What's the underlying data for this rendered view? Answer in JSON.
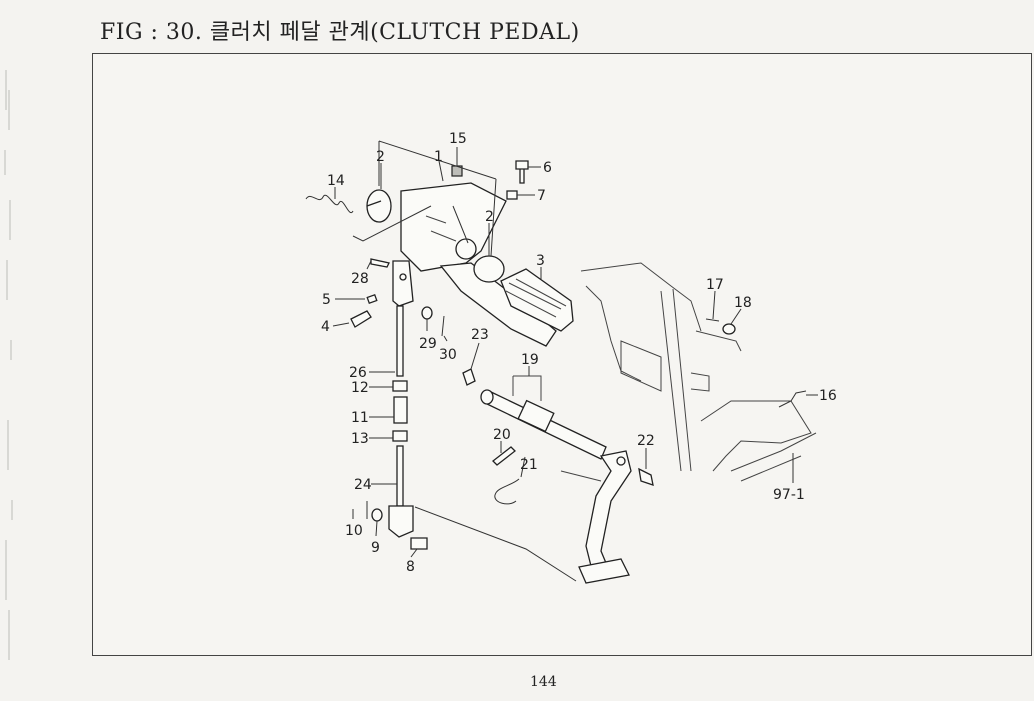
{
  "figure": {
    "title": "FIG : 30. 클러치 페달 관계(CLUTCH PEDAL)"
  },
  "page_number": "144",
  "callouts": [
    {
      "id": "c1",
      "label": "1"
    },
    {
      "id": "c2a",
      "label": "2"
    },
    {
      "id": "c2b",
      "label": "2"
    },
    {
      "id": "c3",
      "label": "3"
    },
    {
      "id": "c4",
      "label": "4"
    },
    {
      "id": "c5",
      "label": "5"
    },
    {
      "id": "c6",
      "label": "6"
    },
    {
      "id": "c7",
      "label": "7"
    },
    {
      "id": "c8",
      "label": "8"
    },
    {
      "id": "c9",
      "label": "9"
    },
    {
      "id": "c10",
      "label": "10"
    },
    {
      "id": "c11",
      "label": "11"
    },
    {
      "id": "c12",
      "label": "12"
    },
    {
      "id": "c13",
      "label": "13"
    },
    {
      "id": "c14",
      "label": "14"
    },
    {
      "id": "c15",
      "label": "15"
    },
    {
      "id": "c16",
      "label": "16"
    },
    {
      "id": "c17",
      "label": "17"
    },
    {
      "id": "c18",
      "label": "18"
    },
    {
      "id": "c19",
      "label": "19"
    },
    {
      "id": "c20",
      "label": "20"
    },
    {
      "id": "c21",
      "label": "21"
    },
    {
      "id": "c22",
      "label": "22"
    },
    {
      "id": "c23",
      "label": "23"
    },
    {
      "id": "c24",
      "label": "24"
    },
    {
      "id": "c26",
      "label": "26"
    },
    {
      "id": "c28",
      "label": "28"
    },
    {
      "id": "c29",
      "label": "29"
    },
    {
      "id": "c30",
      "label": "30"
    },
    {
      "id": "c97",
      "label": "97-1"
    }
  ]
}
